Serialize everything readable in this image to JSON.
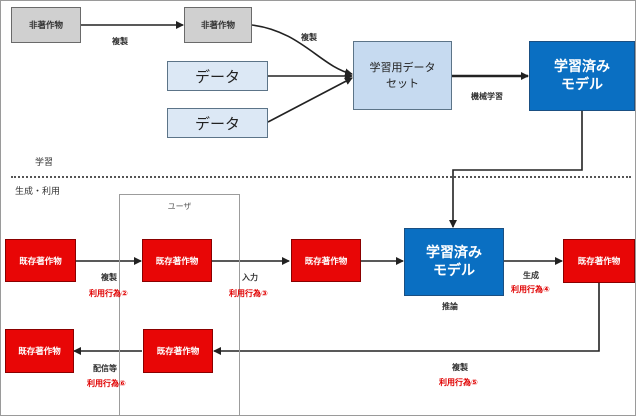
{
  "nodes": {
    "non_work_a": "非著作物",
    "non_work_b": "非著作物",
    "data_a": "データ",
    "data_b": "データ",
    "dataset_line1": "学習用データ",
    "dataset_line2": "セット",
    "model_top_line1": "学習済み",
    "model_top_line2": "モデル",
    "model_bottom_line1": "学習済み",
    "model_bottom_line2": "モデル",
    "existing_work": "既存著作物"
  },
  "edges": {
    "copy_top": "複製",
    "copy_to_dataset": "複製",
    "machine_learning": "機械学習",
    "copy_bottom_left": "複製",
    "input": "入力",
    "inference": "推論",
    "generate": "生成",
    "copy_return": "複製",
    "distribution": "配信等"
  },
  "usage_acts": {
    "act2": "利用行為②",
    "act3": "利用行為③",
    "act4": "利用行為④",
    "act5": "利用行為⑤",
    "act6": "利用行為⑥"
  },
  "sections": {
    "learning": "学習",
    "generation_use": "生成・利用",
    "user": "ユーザ"
  },
  "colors": {
    "red": "#e80606",
    "model_blue": "#0a6fc2",
    "data_light_blue": "#dce8f5",
    "dataset_blue": "#c6daf0",
    "gray_box": "#d0d0d0",
    "usage_act_text": "#e00000"
  }
}
